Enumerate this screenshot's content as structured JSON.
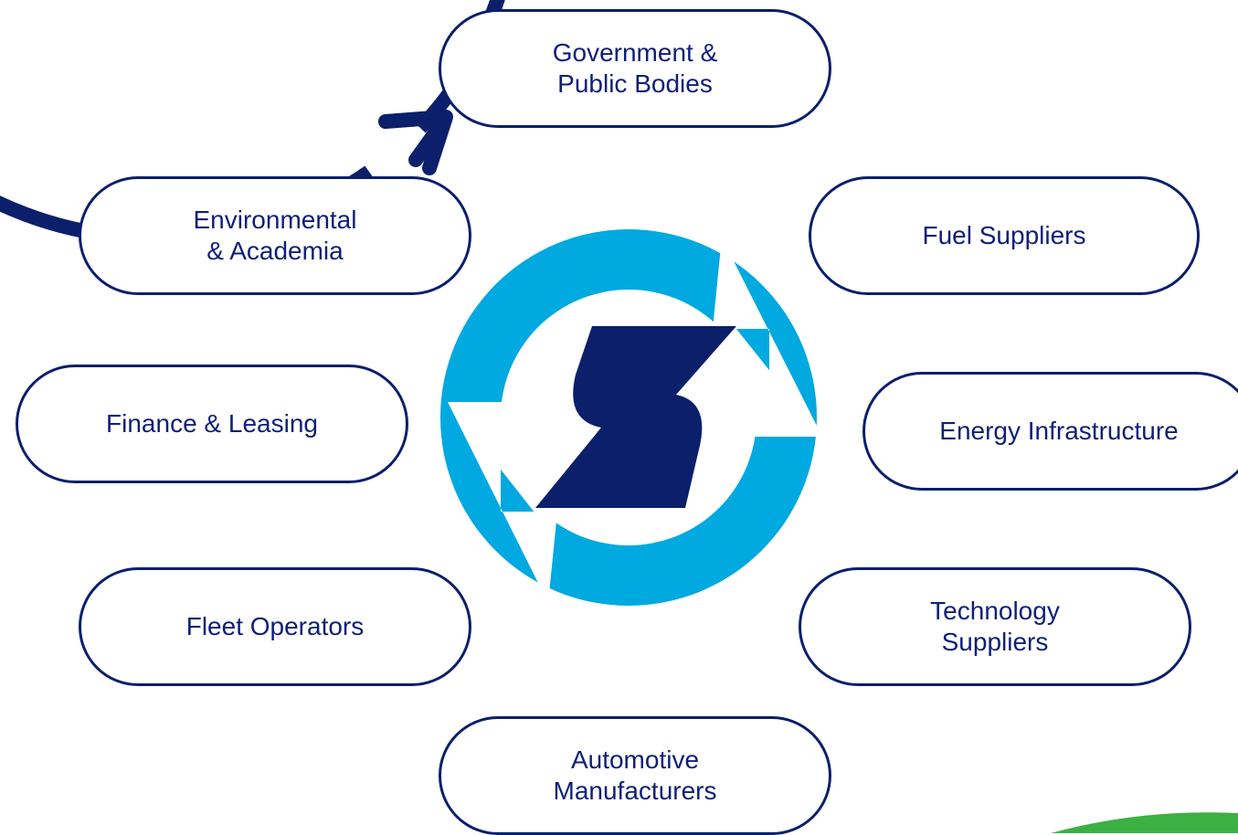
{
  "diagram": {
    "nodes": [
      {
        "id": "government",
        "label": "Government &\nPublic Bodies"
      },
      {
        "id": "fuel",
        "label": "Fuel Suppliers"
      },
      {
        "id": "energy",
        "label": "Energy Infrastructure"
      },
      {
        "id": "technology",
        "label": "Technology\nSuppliers"
      },
      {
        "id": "automotive",
        "label": "Automotive\nManufacturers"
      },
      {
        "id": "fleet",
        "label": "Fleet Operators"
      },
      {
        "id": "finance",
        "label": "Finance & Leasing"
      },
      {
        "id": "environmental",
        "label": "Environmental\n& Academia"
      }
    ],
    "center_logo": {
      "name": "z-cycle-logo",
      "ring_color": "#00a9e0",
      "letter_color": "#0b1f6b"
    },
    "cycle": {
      "direction": "clockwise",
      "arrow_color": "#0b1f6b"
    }
  },
  "colors": {
    "navy": "#0b1f6b",
    "text": "#0f1f78",
    "cyan": "#00a9e0",
    "green_accent": "#3cb043"
  }
}
